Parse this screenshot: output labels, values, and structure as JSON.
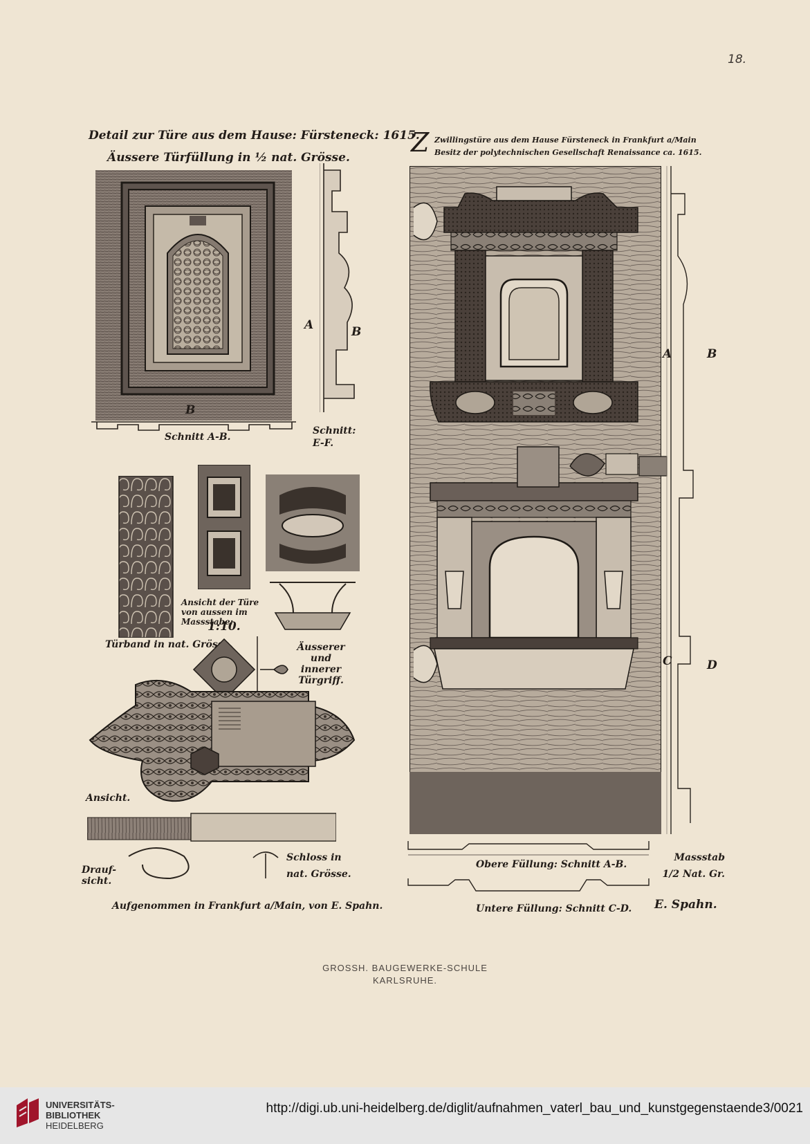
{
  "page_number": "18.",
  "left": {
    "title_line1": "Detail zur Türe aus dem Hause: Fürsteneck: 1615.",
    "title_line2": "Äussere Türfüllung in ½ nat. Grösse.",
    "schnitt_ab": "Schnitt A-B.",
    "schnitt_ef": "Schnitt: E-F.",
    "letter_a": "A",
    "letter_b": "B",
    "caption_band": "Türband in nat. Grösse.",
    "caption_view": "Ansicht der Türe von aussen im Massstabe:",
    "caption_scale": "1:10.",
    "caption_handle": "Äusserer und innerer Türgriff.",
    "caption_ansicht": "Ansicht.",
    "caption_draufsicht": "Drauf-sicht.",
    "caption_schloss": "Schloss in nat. Grösse.",
    "caption_recorded": "Aufgenommen in Frankfurt a/Main, von E. Spahn."
  },
  "right": {
    "title_line1": "Zwillingstüre aus dem Hause Fürsteneck in Frankfurt a/Main",
    "title_line2": "Besitz der polytechnischen Gesellschaft Renaissance ca. 1615.",
    "letter_a": "A",
    "letter_b": "B",
    "letter_c": "C",
    "letter_d": "D",
    "caption_upper": "Obere Füllung: Schnitt A-B.",
    "caption_lower": "Untere Füllung: Schnitt C-D.",
    "caption_scale": "Massstab 1/2 Nat. Gr.",
    "caption_author": "E. Spahn."
  },
  "school_line1": "GROSSH. BAUGEWERKE-SCHULE",
  "school_line2": "KARLSRUHE.",
  "footer": {
    "logo_line1": "UNIVERSITÄTS-",
    "logo_line2": "BIBLIOTHEK",
    "logo_line3": "HEIDELBERG",
    "url": "http://digi.ub.uni-heidelberg.de/diglit/aufnahmen_vaterl_bau_und_kunstgegenstaende3/0021",
    "logo_color": "#a0152b"
  }
}
